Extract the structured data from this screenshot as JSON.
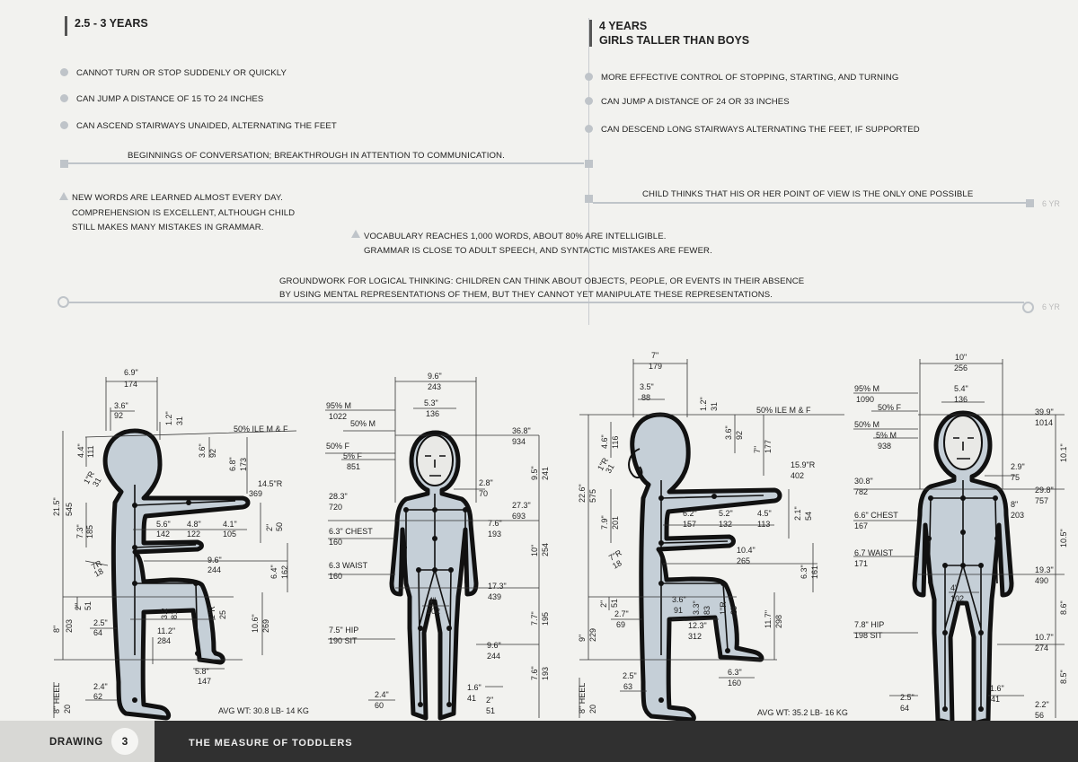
{
  "left": {
    "title": "2.5 - 3 YEARS",
    "motor": [
      "CANNOT TURN OR STOP SUDDENLY OR QUICKLY",
      "CAN JUMP A DISTANCE OF 15 TO 24 INCHES",
      "CAN ASCEND STAIRWAYS UNAIDED, ALTERNATING THE FEET"
    ],
    "social": "BEGINNINGS OF CONVERSATION; BREAKTHROUGH IN ATTENTION TO COMMUNICATION.",
    "language": [
      "NEW WORDS ARE LEARNED ALMOST EVERY DAY.",
      "COMPREHENSION IS EXCELLENT, ALTHOUGH CHILD",
      "STILL MAKES MANY MISTAKES IN GRAMMAR."
    ]
  },
  "right": {
    "title1": "4 YEARS",
    "title2": "GIRLS TALLER THAN BOYS",
    "motor": [
      "MORE EFFECTIVE CONTROL OF STOPPING, STARTING, AND TURNING",
      "CAN JUMP A DISTANCE OF 24 OR 33 INCHES",
      "CAN DESCEND LONG STAIRWAYS ALTERNATING THE FEET, IF SUPPORTED"
    ],
    "social": "CHILD THINKS THAT HIS OR HER POINT OF VIEW IS THE ONLY ONE POSSIBLE"
  },
  "vocab": [
    "VOCABULARY REACHES 1,000 WORDS, ABOUT 80% ARE INTELLIGIBLE.",
    "GRAMMAR IS CLOSE TO ADULT SPEECH, AND SYNTACTIC MISTAKES ARE FEWER."
  ],
  "cognition": [
    "GROUNDWORK FOR LOGICAL THINKING: CHILDREN CAN THINK ABOUT OBJECTS, PEOPLE, OR EVENTS IN THEIR ABSENCE",
    "BY USING MENTAL REPRESENTATIONS OF THEM, BUT THEY CANNOT YET MANIPULATE THESE REPRESENTATIONS."
  ],
  "yr_label": "6 YR",
  "fig1": {
    "top_w": [
      "6.9\"",
      "174"
    ],
    "head_w": [
      "3.6\"",
      "92"
    ],
    "top_ht": [
      "1.2\"",
      "31"
    ],
    "eye": [
      "4.4\"",
      "111"
    ],
    "chin": [
      "3.6\"",
      "92"
    ],
    "shoulder": [
      "6.8\"",
      "173"
    ],
    "reach": [
      "14.5\"R",
      "369"
    ],
    "angle": [
      "1\"R",
      "31"
    ],
    "sit_ht": [
      "21.5\"",
      "545"
    ],
    "torso": [
      "7.3\"",
      "185"
    ],
    "fore1": [
      "5.6\"",
      "142"
    ],
    "fore2": [
      "4.8\"",
      "122"
    ],
    "fore3": [
      "4.1\"",
      "105"
    ],
    "hand": [
      "2\"",
      "50"
    ],
    "elbow_r": [
      "7R",
      "18"
    ],
    "thigh_len": [
      "9.6\"",
      "244"
    ],
    "knee_h": [
      "6.4\"",
      "162"
    ],
    "seat": [
      "2\"",
      "51"
    ],
    "thigh_t": [
      "3.2",
      "81"
    ],
    "thigh_r": [
      "1\"R",
      "25"
    ],
    "lower": [
      "10.6\"",
      "269"
    ],
    "leg": [
      "8\"",
      "203"
    ],
    "knee_d": [
      "2.5\"",
      "64"
    ],
    "buttock": [
      "11.2\"",
      "284"
    ],
    "foot": [
      "5.8\"",
      "147"
    ],
    "ankle": [
      "2.4\"",
      "62"
    ],
    "heel": [
      "8\" HEEL",
      "20"
    ],
    "wt": "AVG WT: 30.8 LB- 14 KG"
  },
  "fig2": {
    "top_w": [
      "9.6\"",
      "243"
    ],
    "head_w": [
      "5.3\"",
      "136"
    ],
    "m95": [
      "95% M",
      "1022"
    ],
    "m50": "50% M",
    "f50": "50% F",
    "f5": [
      "5% F",
      "851"
    ],
    "h368": [
      "36.8\"",
      "934"
    ],
    "neck": [
      "2.8\"",
      "70"
    ],
    "shoulder_w": [
      "28.3\"",
      "720"
    ],
    "sh_h": [
      "27.3\"",
      "693"
    ],
    "chest": [
      "6.3\" CHEST",
      "160"
    ],
    "chest_w": [
      "7.6\"",
      "193"
    ],
    "waist": [
      "6.3 WAIST",
      "160"
    ],
    "crotch": [
      "17.3\"",
      "439"
    ],
    "hip_w": [
      "4\"",
      "102"
    ],
    "hip": [
      "7.5\" HIP",
      "190 SIT"
    ],
    "knee": [
      "9.6\"",
      "244"
    ],
    "ankle": [
      "2.4\"",
      "60"
    ],
    "foot": [
      "1.6\"",
      "41"
    ],
    "sole": [
      "2\"",
      "51"
    ],
    "r1": [
      "9.5\"",
      "241"
    ],
    "r2": [
      "10\"",
      "254"
    ],
    "r3": [
      "7.7\"",
      "195"
    ],
    "r4": [
      "7.6\"",
      "193"
    ]
  },
  "fig3": {
    "top_w": [
      "7\"",
      "179"
    ],
    "head_w": [
      "3.5\"",
      "88"
    ],
    "top_ht": [
      "1.2\"",
      "31"
    ],
    "label": "50% ILE M & F",
    "eye": [
      "4.6\"",
      "116"
    ],
    "chin": [
      "3.6\"",
      "92"
    ],
    "shoulder": [
      "7\"",
      "177"
    ],
    "angle": [
      "1\"R",
      "31"
    ],
    "reach": [
      "15.9\"R",
      "402"
    ],
    "sit_ht": [
      "22.6\"",
      "575"
    ],
    "torso": [
      "7.9\"",
      "201"
    ],
    "fore1": [
      "6.2\"",
      "157"
    ],
    "fore2": [
      "5.2\"",
      "132"
    ],
    "fore3": [
      "4.5\"",
      "113"
    ],
    "hand": [
      "2.1\"",
      "54"
    ],
    "thigh_len": [
      "10.4\"",
      "265"
    ],
    "elbow_r": [
      "7\"R",
      "18"
    ],
    "knee_h": [
      "6.3\"",
      "161"
    ],
    "seat": [
      "2\"",
      "51"
    ],
    "thigh_t": [
      "3.6\"",
      "91"
    ],
    "thigh_h": [
      "3.3\"",
      "83"
    ],
    "thigh_r": [
      "1\"R",
      "25"
    ],
    "knee_d": [
      "2.7\"",
      "69"
    ],
    "buttock": [
      "12.3\"",
      "312"
    ],
    "lower": [
      "11.7\"",
      "298"
    ],
    "leg": [
      "9\"",
      "229"
    ],
    "foot": [
      "6.3\"",
      "160"
    ],
    "ankle": [
      "2.5\"",
      "63"
    ],
    "heel": [
      "8\" HEEL",
      "20"
    ],
    "wt": "AVG WT: 35.2 LB- 16 KG"
  },
  "fig1_label": "50% ILE M & F",
  "fig4": {
    "top_w": [
      "10\"",
      "256"
    ],
    "head_w": [
      "5.4\"",
      "136"
    ],
    "m95": [
      "95% M",
      "1090"
    ],
    "f50": "50% F",
    "m50": "50% M",
    "m5": [
      "5% M",
      "938"
    ],
    "h399": [
      "39.9\"",
      "1014"
    ],
    "neck": [
      "2.9\"",
      "75"
    ],
    "shoulder_w": [
      "30.8\"",
      "782"
    ],
    "sh_h": [
      "29.8\"",
      "757"
    ],
    "chest": [
      "6.6\" CHEST",
      "167"
    ],
    "chest_w": [
      "8\"",
      "203"
    ],
    "waist": [
      "6.7 WAIST",
      "171"
    ],
    "crotch": [
      "19.3\"",
      "490"
    ],
    "hip_w": [
      "4\"",
      "102"
    ],
    "hip": [
      "7.8\" HIP",
      "198 SIT"
    ],
    "knee": [
      "10.7\"",
      "274"
    ],
    "ankle": [
      "2.5\"",
      "64"
    ],
    "foot": [
      "1.6\"",
      "41"
    ],
    "sole": [
      "2.2\"",
      "56"
    ],
    "r1": "10.1\"",
    "r2": "10.5\"",
    "r3": "8.6\"",
    "r4": "8.5\""
  },
  "footer": {
    "section": "DRAWING",
    "number": "3",
    "title": "THE MEASURE OF TODDLERS"
  }
}
